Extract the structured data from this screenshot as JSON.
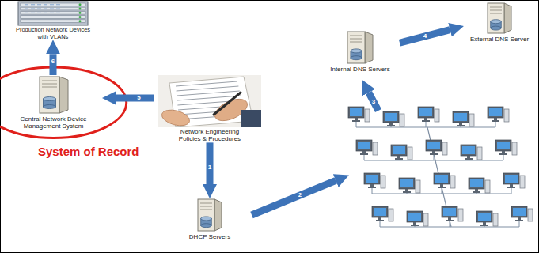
{
  "diagram": {
    "nodes": [
      {
        "text": [
          "Production Network Devices with VLANs"
        ]
      },
      {
        "text": [
          "External DNS Server"
        ]
      },
      {
        "text": [
          "Internal DNS Servers"
        ]
      },
      {
        "text": [
          "Central Network Device Management System"
        ]
      },
      {
        "text": [
          "Network Engineering Policies & Procedures"
        ]
      },
      {
        "text": [
          "DHCP Servers"
        ]
      }
    ],
    "edges": [
      {
        "from": 3,
        "to": 0,
        "arrow": "to",
        "label": "6"
      },
      {
        "from": 4,
        "to": 3,
        "arrow": "to",
        "label": "5"
      },
      {
        "from": 4,
        "to": 5,
        "arrow": "to",
        "label": "1"
      },
      {
        "from": 2,
        "to": 1,
        "arrow": "to",
        "label": "4"
      }
    ],
    "labels": [
      "System of Record",
      "2",
      "3"
    ]
  }
}
